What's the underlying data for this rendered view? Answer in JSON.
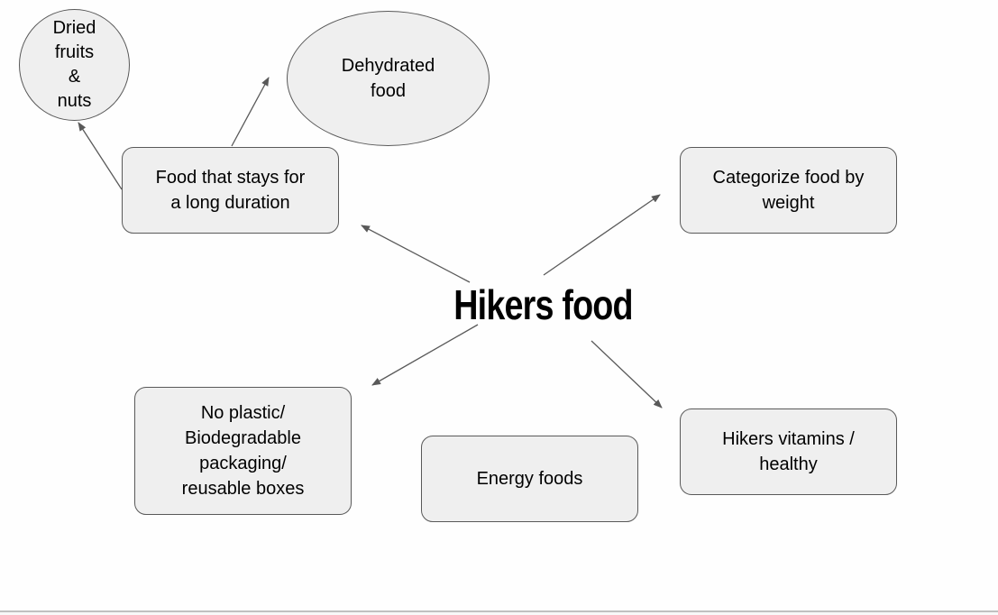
{
  "diagram": {
    "title": "Hikers food",
    "nodes": {
      "long_duration": [
        "Food that stays for",
        "a long duration"
      ],
      "dried_fruits": [
        "Dried",
        "fruits",
        "&",
        "nuts"
      ],
      "dehydrated": [
        "Dehydrated",
        "food"
      ],
      "categorize": [
        "Categorize food by",
        "weight"
      ],
      "no_plastic": [
        "No plastic/",
        "Biodegradable",
        "packaging/",
        "reusable boxes"
      ],
      "energy": [
        "Energy foods"
      ],
      "vitamins": [
        "Hikers vitamins /",
        "healthy"
      ]
    },
    "colors": {
      "node_fill": "#efefef",
      "node_border": "#595959",
      "arrow": "#595959"
    }
  }
}
